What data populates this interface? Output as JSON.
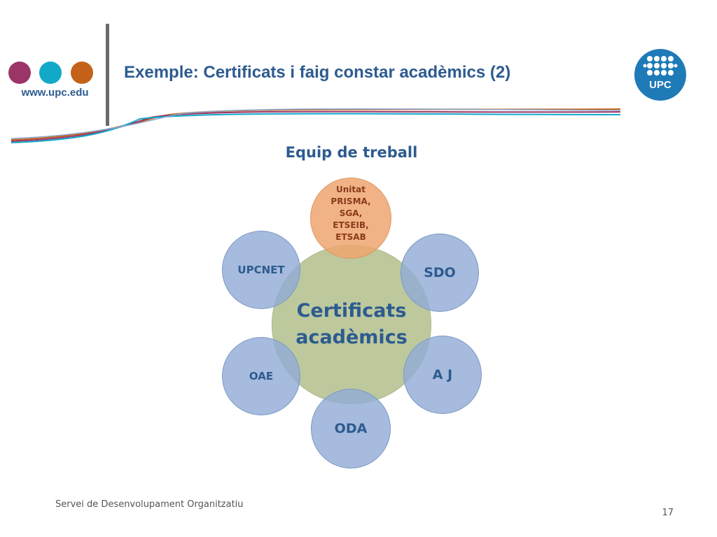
{
  "header": {
    "url": "www.upc.edu",
    "title": "Exemple: Certificats i faig constar acadèmics (2)",
    "logo_text": "UPC",
    "dot_colors": [
      "#9b3567",
      "#12a9c9",
      "#c4621a"
    ]
  },
  "subtitle": "Equip de treball",
  "diagram": {
    "center": {
      "line1": "Certificats",
      "line2": "acadèmics"
    },
    "top": {
      "lines": [
        "Unitat",
        "PRISMA,",
        "SGA,",
        "ETSEIB,",
        "ETSAB"
      ]
    },
    "satellites": {
      "upcnet": "UPCNET",
      "sdo": "SDO",
      "oae": "OAE",
      "aj": "A J",
      "oda": "ODA"
    }
  },
  "footer": {
    "text": "Servei de Desenvolupament Organitzatiu",
    "page_number": "17"
  },
  "colors": {
    "title_blue": "#2d5b8f",
    "center_green": "#bdc99d",
    "satellite_blue": "#92acd6",
    "top_orange": "#efa670"
  }
}
